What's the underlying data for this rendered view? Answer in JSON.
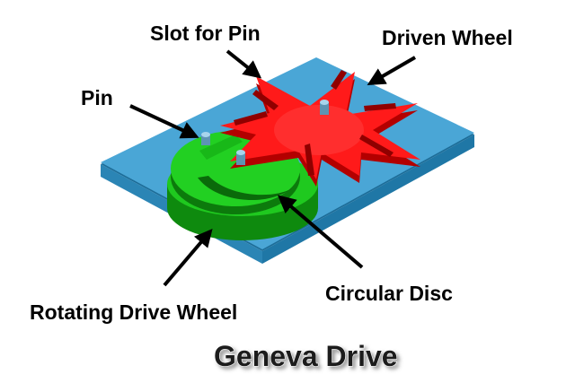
{
  "diagram": {
    "caption": "Geneva Drive",
    "labels": {
      "slot_for_pin": "Slot for Pin",
      "driven_wheel": "Driven Wheel",
      "pin": "Pin",
      "circular_disc": "Circular Disc",
      "rotating_drive_wheel": "Rotating Drive Wheel"
    },
    "colors": {
      "base_plate": "#4aa6d6",
      "drive_wheel": "#1fc91f",
      "driven_wheel": "#ff1a1a",
      "pin": "#7fb6d6",
      "arrow": "#000000"
    }
  }
}
